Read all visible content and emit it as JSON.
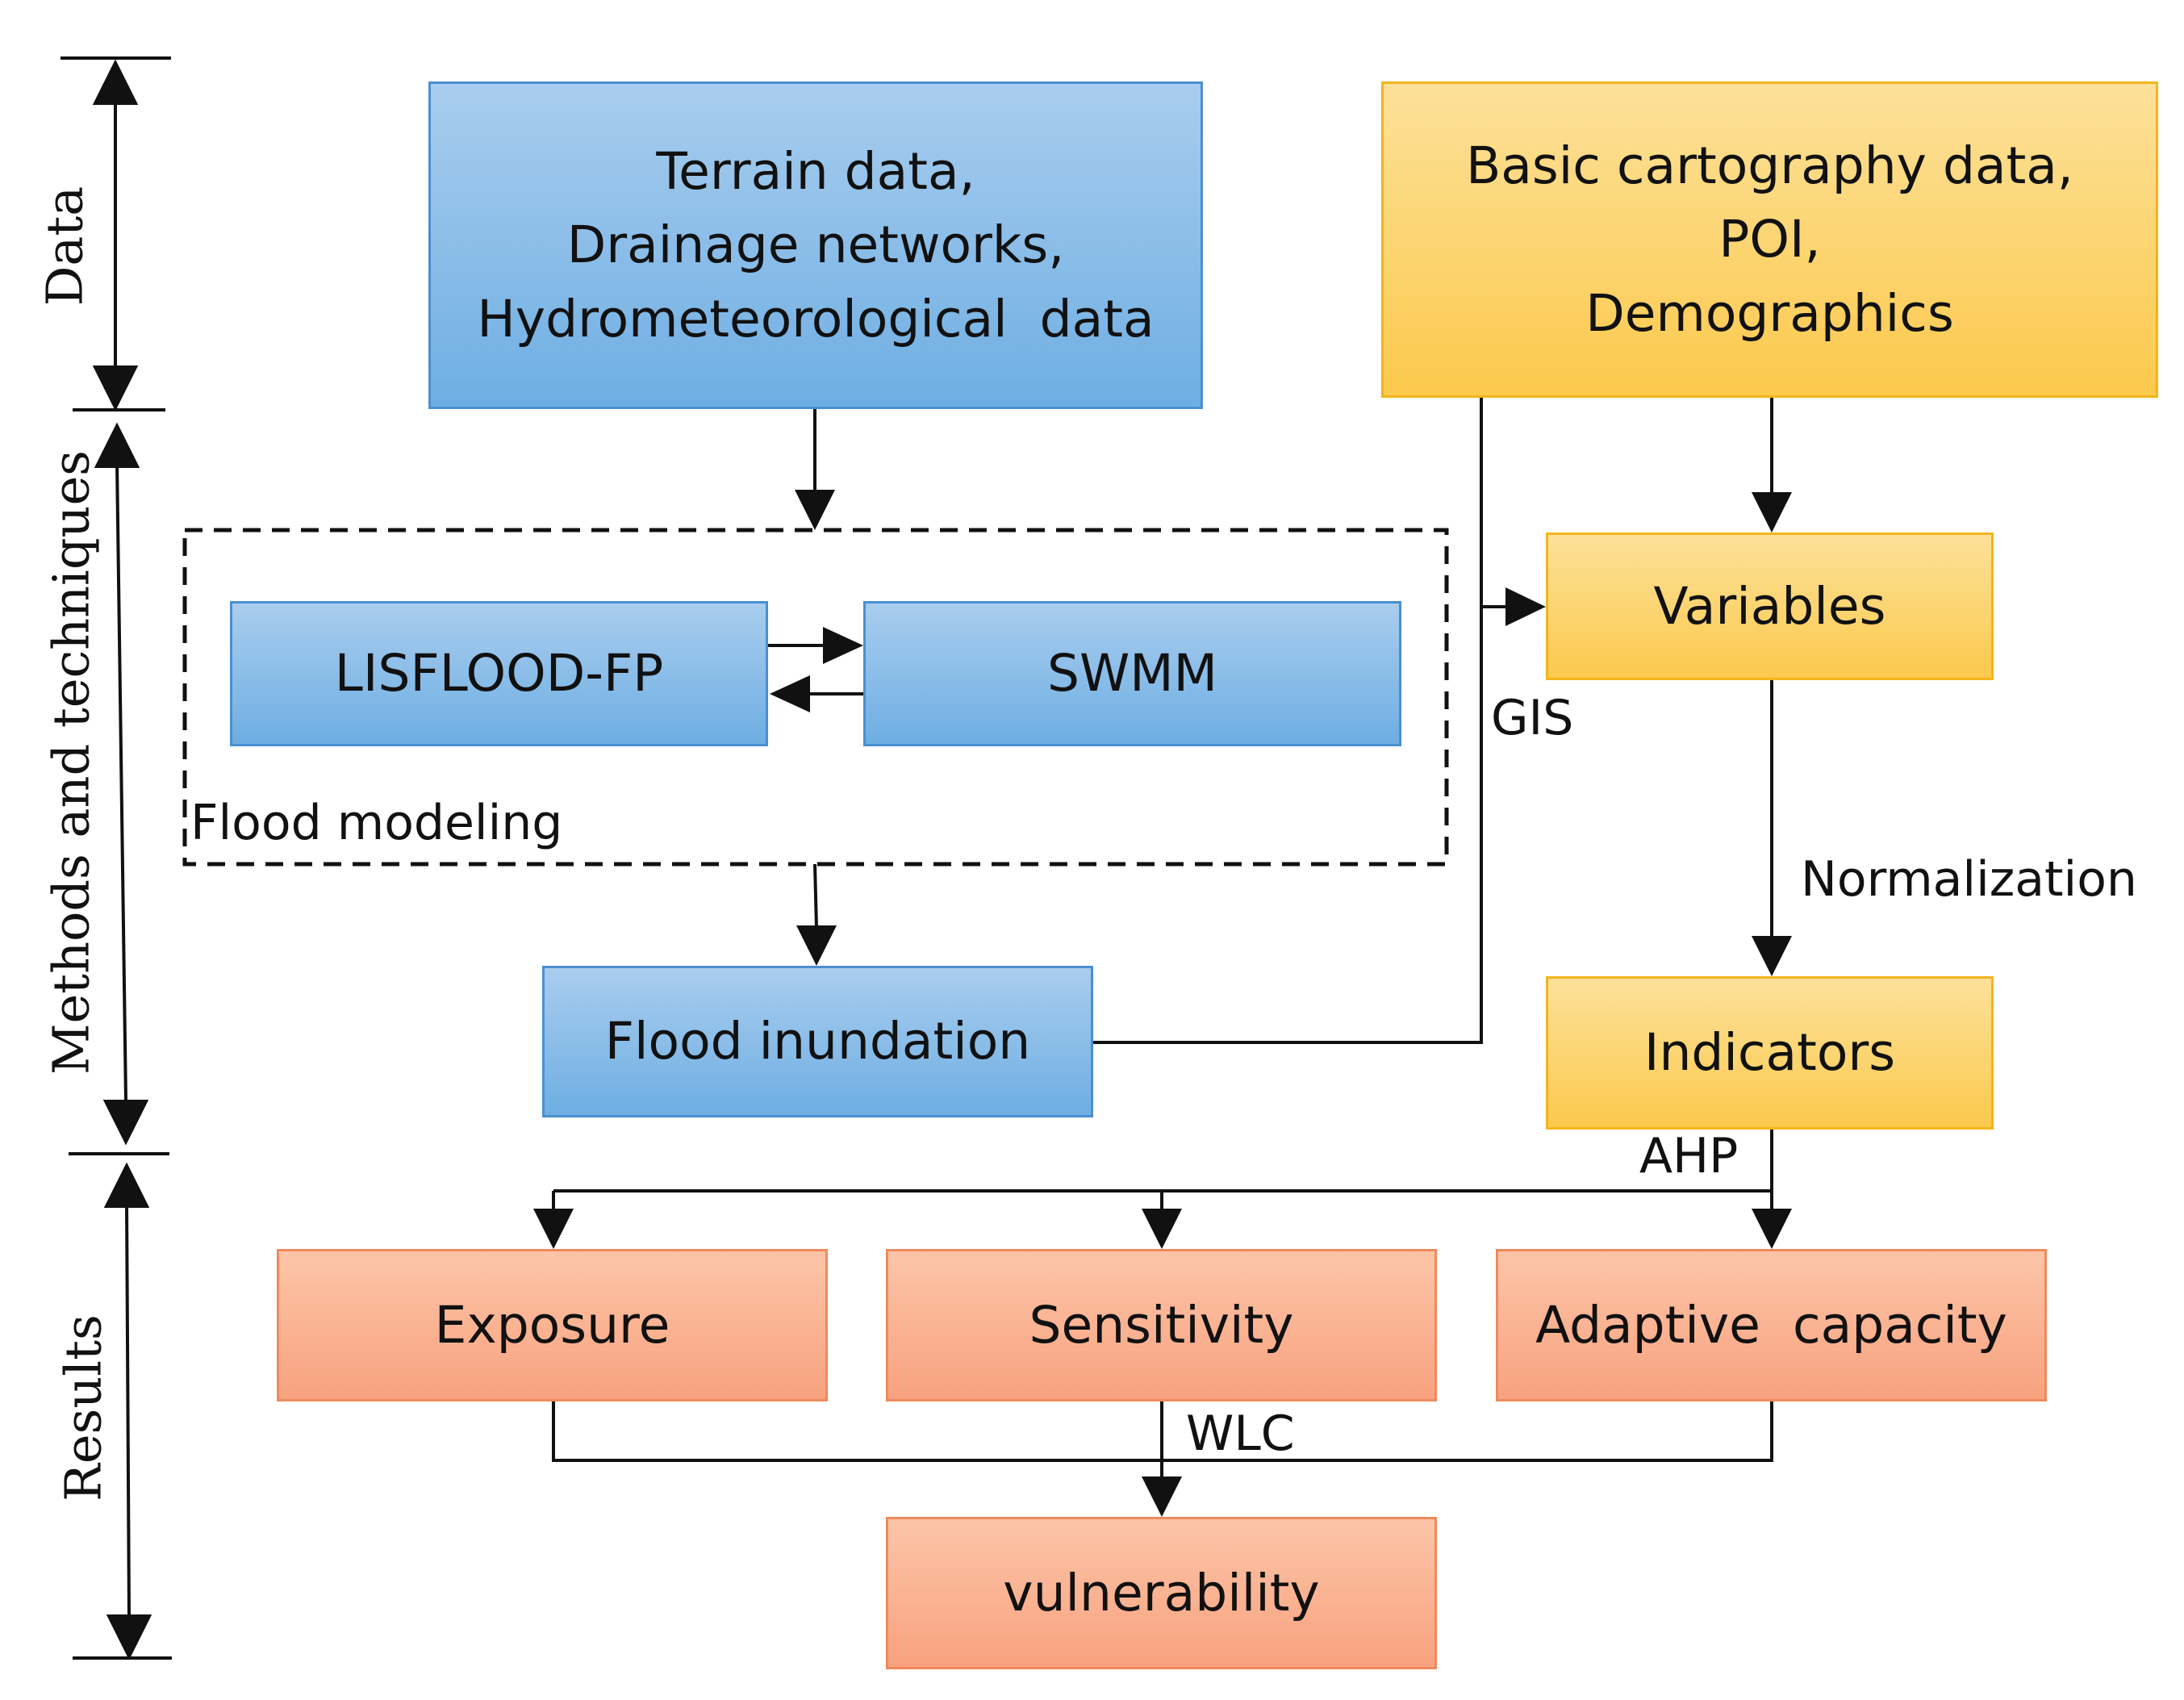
{
  "axis": {
    "data": "Data",
    "methods": "Methods and techniques",
    "results": "Results"
  },
  "boxes": {
    "terrain": [
      "Terrain data,",
      "Drainage networks,",
      "Hydrometeorological  data"
    ],
    "cartography": [
      "Basic cartography data,",
      "POI,",
      "Demographics"
    ],
    "lisflood": "LISFLOOD-FP",
    "swmm": "SWMM",
    "variables": "Variables",
    "indicators": "Indicators",
    "inundation": "Flood inundation",
    "exposure": "Exposure",
    "sensitivity": "Sensitivity",
    "adaptive": "Adaptive  capacity",
    "vulnerability": "vulnerability"
  },
  "labels": {
    "flood_modeling": "Flood modeling",
    "gis": "GIS",
    "normalization": "Normalization",
    "ahp": "AHP",
    "wlc": "WLC"
  },
  "colors": {
    "data_box": "#6eaee3",
    "social_box": "#fbc94c",
    "result_box": "#f8a27f",
    "line": "#111111"
  }
}
